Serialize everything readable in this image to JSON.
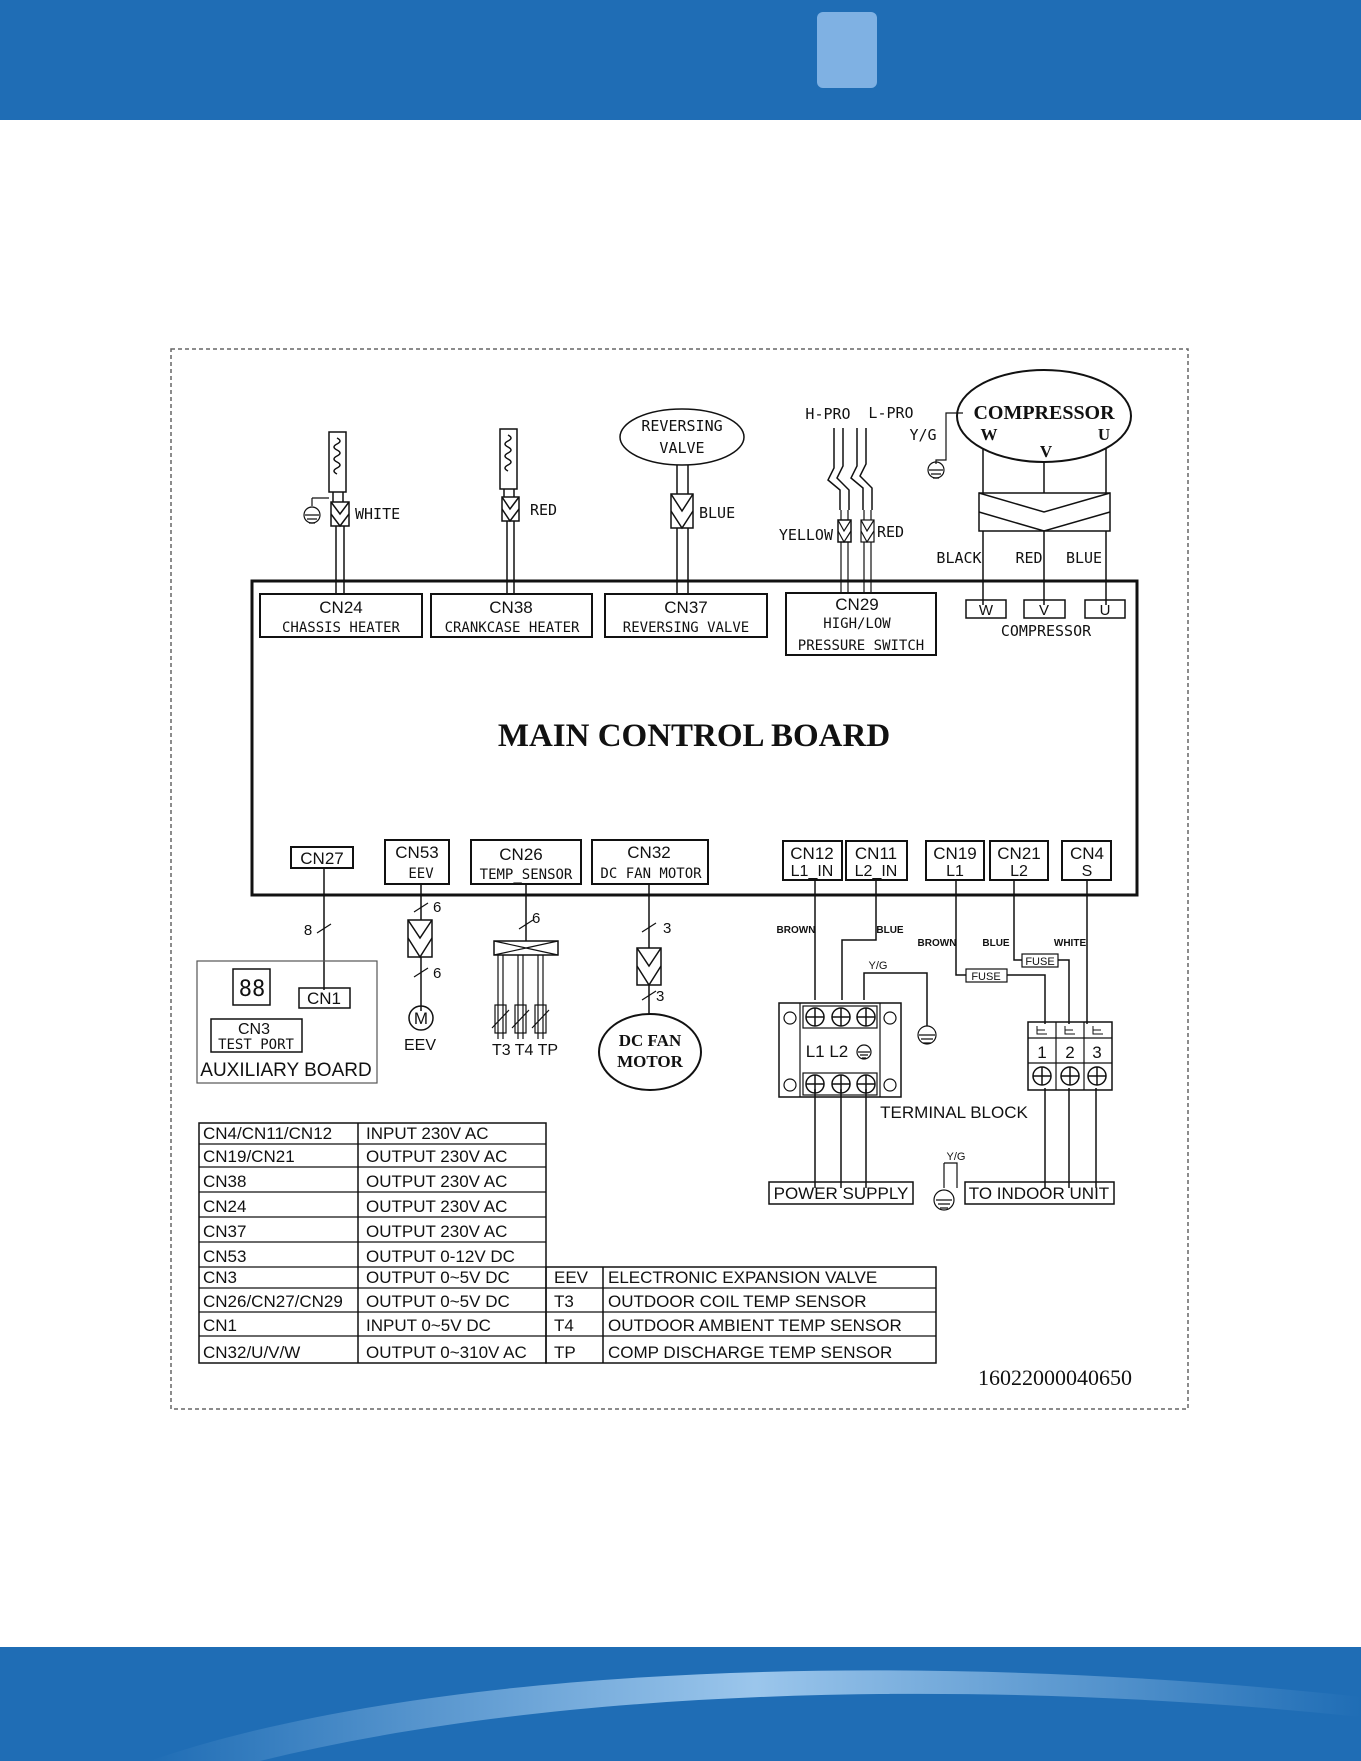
{
  "header": {
    "color": "#1f6db5",
    "tab_color": "#7fb1e3"
  },
  "board": {
    "title": "MAIN CONTROL BOARD"
  },
  "top_connectors": {
    "cn24": {
      "id": "CN24",
      "name": "CHASSIS HEATER",
      "wire": "WHITE"
    },
    "cn38": {
      "id": "CN38",
      "name": "CRANKCASE HEATER",
      "wire": "RED"
    },
    "cn37": {
      "id": "CN37",
      "name": "REVERSING VALVE",
      "wire": "BLUE"
    },
    "cn29": {
      "id": "CN29",
      "line1": "HIGH/LOW",
      "line2": "PRESSURE SWITCH",
      "wire_left": "YELLOW",
      "wire_right": "RED"
    }
  },
  "reversing_valve": {
    "line1": "REVERSING",
    "line2": "VALVE"
  },
  "pressure": {
    "h": "H-PRO",
    "l": "L-PRO"
  },
  "compressor": {
    "title": "COMPRESSOR",
    "w": "W",
    "v": "V",
    "u": "U",
    "yg": "Y/G",
    "wire_black": "BLACK",
    "wire_red": "RED",
    "wire_blue": "BLUE",
    "board_label": "COMPRESSOR"
  },
  "bottom_connectors": {
    "cn27": "CN27",
    "cn53": {
      "id": "CN53",
      "name": "EEV"
    },
    "cn26": {
      "id": "CN26",
      "name": "TEMP_SENSOR"
    },
    "cn32": {
      "id": "CN32",
      "name": "DC FAN MOTOR"
    },
    "cn12": {
      "id": "CN12",
      "name": "L1_IN"
    },
    "cn11": {
      "id": "CN11",
      "name": "L2_IN"
    },
    "cn19": {
      "id": "CN19",
      "name": "L1"
    },
    "cn21": {
      "id": "CN21",
      "name": "L2"
    },
    "cn4": {
      "id": "CN4",
      "name": "S"
    }
  },
  "wire_counts": {
    "cn27": "8",
    "cn53_a": "6",
    "cn53_b": "6",
    "cn26": "6",
    "cn32_a": "3",
    "cn32_b": "3"
  },
  "auxiliary": {
    "cn1": "CN1",
    "cn3": "CN3",
    "cn3_sub": "TEST PORT",
    "title": "AUXILIARY BOARD",
    "digits": "88"
  },
  "eev": {
    "symbol": "M",
    "label": "EEV"
  },
  "sensors": {
    "labels": "T3 T4 TP"
  },
  "fan_motor": {
    "line1": "DC FAN",
    "line2": "MOTOR"
  },
  "power": {
    "brown": "BROWN",
    "blue": "BLUE",
    "yg": "Y/G",
    "terminal_labels": "L1 L2",
    "terminal_block": "TERMINAL BLOCK",
    "power_supply": "POWER SUPPLY",
    "fuse": "FUSE",
    "indoor_brown": "BROWN",
    "indoor_blue": "BLUE",
    "indoor_white": "WHITE",
    "t1": "1",
    "t2": "2",
    "t3": "3",
    "yg2": "Y/G",
    "to_indoor": "TO INDOOR UNIT"
  },
  "spec_table": [
    [
      "CN4/CN11/CN12",
      "INPUT  230V  AC"
    ],
    [
      "CN19/CN21",
      "OUTPUT  230V  AC"
    ],
    [
      "CN38",
      "OUTPUT 230V  AC"
    ],
    [
      "CN24",
      "OUTPUT 230V  AC"
    ],
    [
      "CN37",
      "OUTPUT 230V  AC"
    ],
    [
      "CN53",
      "OUTPUT 0-12V DC"
    ],
    [
      "CN3",
      "OUTPUT 0~5V DC"
    ],
    [
      "CN26/CN27/CN29",
      "OUTPUT 0~5V DC"
    ],
    [
      "CN1",
      "INPUT 0~5V DC"
    ],
    [
      "CN32/U/V/W",
      "OUTPUT 0~310V AC"
    ]
  ],
  "legend_table": [
    [
      "EEV",
      "ELECTRONIC EXPANSION VALVE"
    ],
    [
      "T3",
      "OUTDOOR COIL TEMP SENSOR"
    ],
    [
      "T4",
      "OUTDOOR AMBIENT TEMP SENSOR"
    ],
    [
      "TP",
      "COMP DISCHARGE TEMP SENSOR"
    ]
  ],
  "part_number": "16022000040650"
}
